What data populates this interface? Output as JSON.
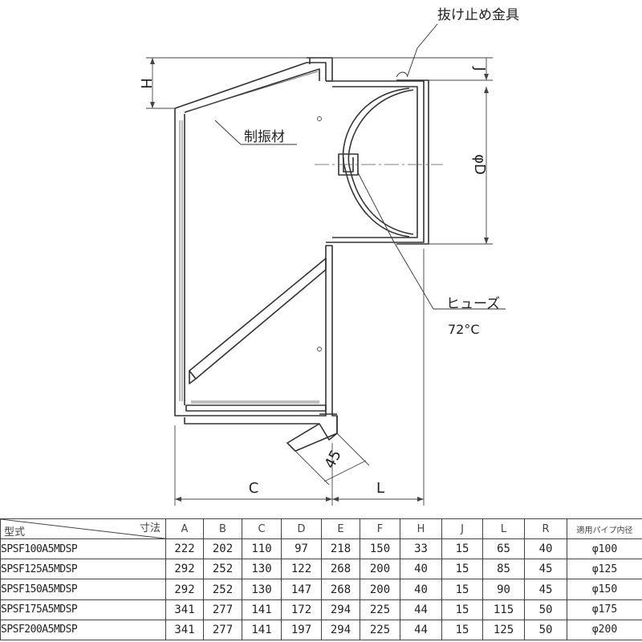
{
  "labels": {
    "stopper": "抜け止め金具",
    "damping": "制振材",
    "fuse": "ヒューズ",
    "fuse_temp": "72°C"
  },
  "dimensions": {
    "H": "H",
    "J": "J",
    "D": "φD",
    "C": "C",
    "L": "L",
    "angle": "45"
  },
  "table": {
    "corner_top": "寸法",
    "corner_bottom": "型式",
    "columns": [
      "A",
      "B",
      "C",
      "D",
      "E",
      "F",
      "H",
      "J",
      "L",
      "R",
      "適用パイプ内径"
    ],
    "rows": [
      {
        "model": "SPSF100A5MDSP",
        "values": [
          "222",
          "202",
          "110",
          "97",
          "218",
          "150",
          "33",
          "15",
          "65",
          "40",
          "φ100"
        ]
      },
      {
        "model": "SPSF125A5MDSP",
        "values": [
          "292",
          "252",
          "130",
          "122",
          "268",
          "200",
          "40",
          "15",
          "85",
          "45",
          "φ125"
        ]
      },
      {
        "model": "SPSF150A5MDSP",
        "values": [
          "292",
          "252",
          "130",
          "147",
          "268",
          "200",
          "40",
          "15",
          "90",
          "45",
          "φ150"
        ]
      },
      {
        "model": "SPSF175A5MDSP",
        "values": [
          "341",
          "277",
          "141",
          "172",
          "294",
          "225",
          "44",
          "15",
          "115",
          "50",
          "φ175"
        ]
      },
      {
        "model": "SPSF200A5MDSP",
        "values": [
          "341",
          "277",
          "141",
          "197",
          "294",
          "225",
          "44",
          "15",
          "125",
          "50",
          "φ200"
        ]
      }
    ]
  }
}
